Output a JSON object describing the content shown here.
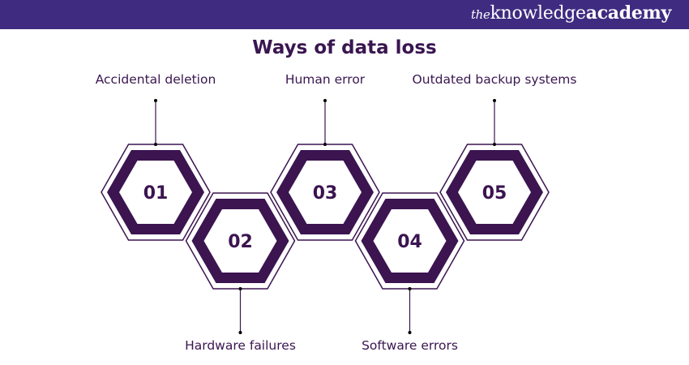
{
  "brand": {
    "prefix": "the",
    "name_light": "knowledge",
    "name_bold": "academy"
  },
  "title": "Ways of data loss",
  "colors": {
    "header": "#3f2b80",
    "hex": "#3b1450",
    "text": "#3a1650"
  },
  "steps": [
    {
      "number": "01",
      "label": "Accidental deletion",
      "position": "top"
    },
    {
      "number": "02",
      "label": "Hardware failures",
      "position": "bottom"
    },
    {
      "number": "03",
      "label": "Human error",
      "position": "top"
    },
    {
      "number": "04",
      "label": "Software errors",
      "position": "bottom"
    },
    {
      "number": "05",
      "label": "Outdated backup systems",
      "position": "top"
    }
  ]
}
